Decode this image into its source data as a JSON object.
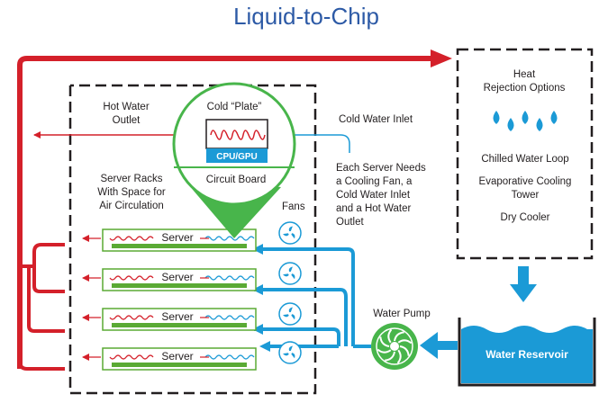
{
  "title": "Liquid-to-Chip",
  "labels": {
    "hot_water_outlet": [
      "Hot Water",
      "Outlet"
    ],
    "cold_plate": "Cold “Plate”",
    "cpu_gpu": "CPU/GPU",
    "circuit_board": "Circuit Board",
    "cold_water_inlet": "Cold Water Inlet",
    "server_racks": [
      "Server Racks",
      "With Space for",
      "Air Circulation"
    ],
    "each_server_note": [
      "Each Server Needs",
      "a Cooling Fan, a",
      "Cold Water Inlet",
      "and a Hot Water",
      "Outlet"
    ],
    "fans": "Fans",
    "water_pump": "Water Pump",
    "water_reservoir": "Water Reservoir"
  },
  "heat_rejection": {
    "heading": [
      "Heat",
      "Rejection Options"
    ],
    "options": [
      {
        "lines": [
          "Chilled Water Loop"
        ]
      },
      {
        "lines": [
          "Evaporative Cooling",
          "Tower"
        ]
      },
      {
        "lines": [
          "Dry Cooler"
        ]
      }
    ]
  },
  "servers": [
    {
      "label": "Server"
    },
    {
      "label": "Server"
    },
    {
      "label": "Server"
    },
    {
      "label": "Server"
    }
  ],
  "colors": {
    "title": "#2d5aa6",
    "hot_pipe": "#d4202a",
    "cold_pipe": "#1b9ad6",
    "board_green": "#5aaa34",
    "fan_icon": "#1b9ad6",
    "pump_green": "#48b54b",
    "cpu_fill": "#1b9ad6",
    "reservoir_fill": "#1b9ad6"
  },
  "icons": [
    "water-drop-icon",
    "fan-icon",
    "water-pump-icon",
    "down-arrow-icon",
    "left-arrow-icon"
  ]
}
